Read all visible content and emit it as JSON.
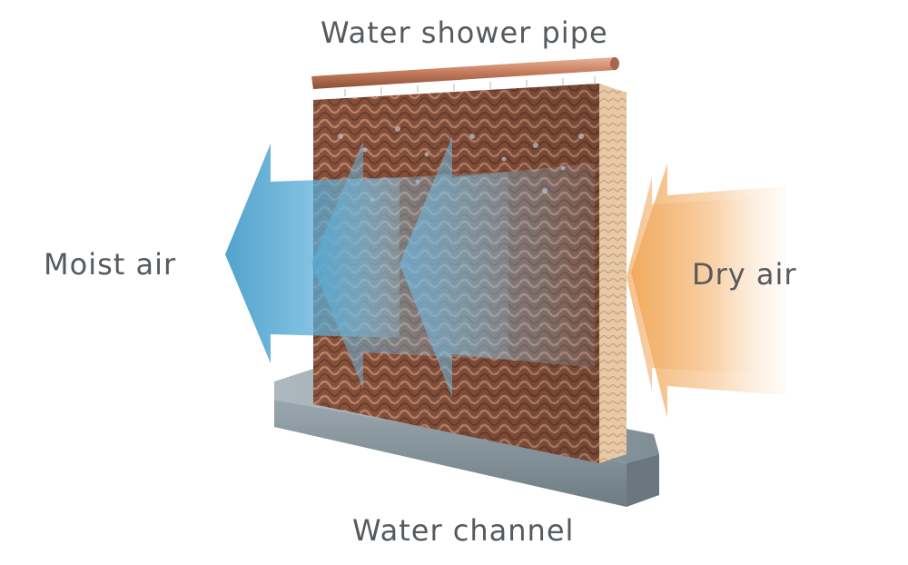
{
  "labels": {
    "shower_pipe": "Water shower pipe",
    "moist_air": "Moist air",
    "dry_air": "Dry air",
    "water_channel": "Water channel"
  },
  "colors": {
    "label_text": "#555a5e",
    "pad_copper": "#a0664e",
    "pad_edge": "#e6c9a8",
    "pipe": "#c9805f",
    "channel": "#8e9ba3",
    "moist_arrow": "#4da3cf",
    "dry_arrow": "#f2a95a"
  }
}
